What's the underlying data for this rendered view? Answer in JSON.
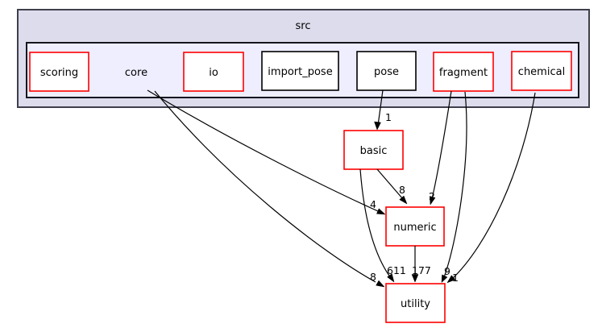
{
  "diagram": {
    "cluster_title": "src",
    "current_item": "core",
    "colors": {
      "outer_cluster_fill": "#dcdcec",
      "inner_cluster_fill": "#eeeeff",
      "outer_cluster_border": "#3f3f4c",
      "inner_cluster_border": "#16161e",
      "node_fill": "#ffffff",
      "linked_node_border": "#ff0000",
      "plain_node_border": "#000000",
      "edge_color": "#000000",
      "text_color": "#000000",
      "background": "#ffffff"
    },
    "nodes": [
      {
        "label": "scoring",
        "border": "#ff0000"
      },
      {
        "label": "io",
        "border": "#ff0000"
      },
      {
        "label": "import_pose",
        "border": "#000000"
      },
      {
        "label": "pose",
        "border": "#000000"
      },
      {
        "label": "fragment",
        "border": "#ff0000"
      },
      {
        "label": "chemical",
        "border": "#ff0000"
      },
      {
        "label": "basic",
        "border": "#ff0000"
      },
      {
        "label": "numeric",
        "border": "#ff0000"
      },
      {
        "label": "utility",
        "border": "#ff0000"
      }
    ],
    "edges": [
      {
        "from": "pose",
        "to": "basic",
        "count": "1"
      },
      {
        "from": "core",
        "to": "numeric",
        "count": "4"
      },
      {
        "from": "core",
        "to": "utility",
        "count": "8"
      },
      {
        "from": "basic",
        "to": "numeric",
        "count": "8"
      },
      {
        "from": "basic",
        "to": "utility",
        "count": "611"
      },
      {
        "from": "numeric",
        "to": "utility",
        "count": "177"
      },
      {
        "from": "fragment",
        "to": "numeric",
        "count": "2"
      },
      {
        "from": "fragment",
        "to": "utility",
        "count": "9"
      },
      {
        "from": "chemical",
        "to": "utility",
        "count": "1"
      }
    ]
  }
}
